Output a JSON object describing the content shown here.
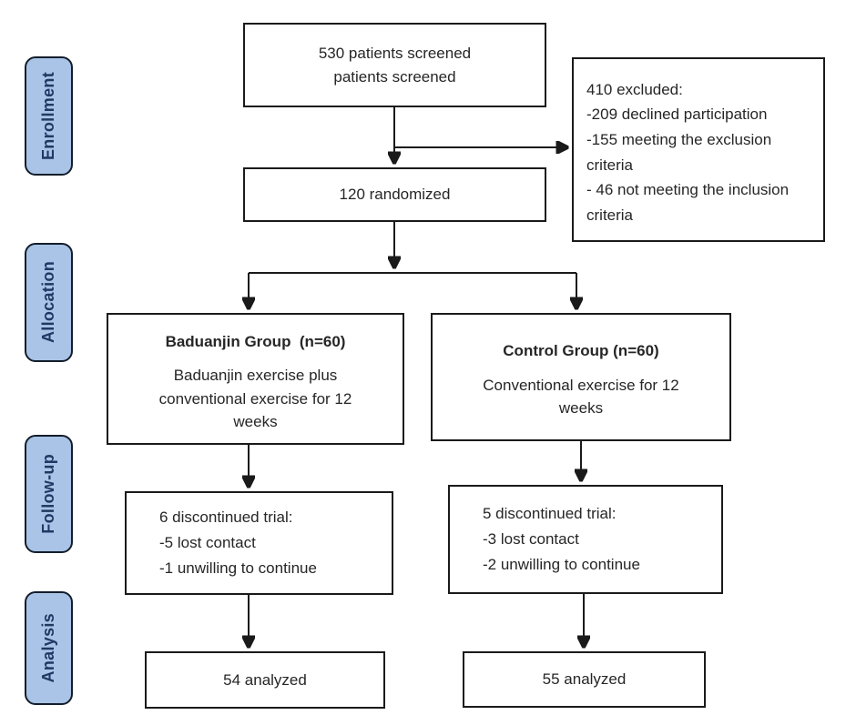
{
  "palette": {
    "box_border": "#1a1a1a",
    "box_bg": "#ffffff",
    "text": "#262626",
    "stage_fill": "#a9c4e6",
    "stage_border": "#131d2b",
    "stage_text": "#1f3864",
    "arrow": "#1a1a1a",
    "page_bg": "#ffffff"
  },
  "stages": [
    {
      "label": "Enrollment"
    },
    {
      "label": "Allocation"
    },
    {
      "label": "Follow-up"
    },
    {
      "label": "Analysis"
    }
  ],
  "boxes": {
    "screened": {
      "line1": "530 patients screened",
      "line2": "patients screened"
    },
    "excluded": {
      "title": "410 excluded:",
      "items": [
        "-209 declined participation",
        "-155 meeting the exclusion criteria",
        "- 46 not meeting the inclusion criteria"
      ]
    },
    "randomized": {
      "label": "120 randomized"
    },
    "baduanjin": {
      "title": "Baduanjin Group  (n=60)",
      "body": "Baduanjin exercise plus conventional exercise for 12 weeks"
    },
    "control": {
      "title": "Control Group (n=60)",
      "body": "Conventional exercise for 12 weeks"
    },
    "followup_left": {
      "title": "6 discontinued trial:",
      "items": [
        "-5 lost contact",
        "-1 unwilling to continue"
      ]
    },
    "followup_right": {
      "title": "5 discontinued trial:",
      "items": [
        "-3 lost contact",
        "-2 unwilling to continue"
      ]
    },
    "analyzed_left": {
      "label": "54 analyzed"
    },
    "analyzed_right": {
      "label": "55 analyzed"
    }
  }
}
